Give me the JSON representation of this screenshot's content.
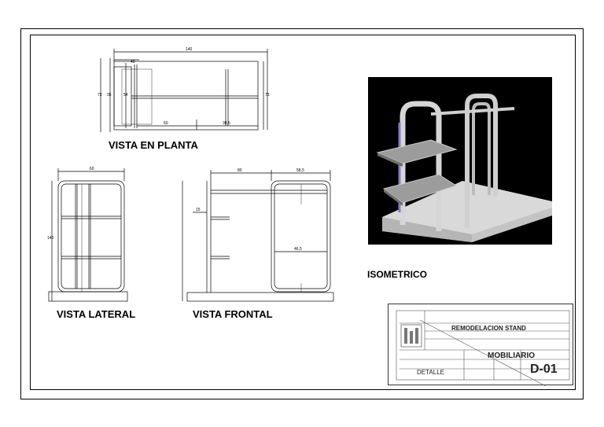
{
  "views": {
    "plan": "VISTA EN PLANTA",
    "lateral": "VISTA LATERAL",
    "frontal": "VISTA FRONTAL",
    "isometric": "ISOMETRICO"
  },
  "dimensions": {
    "plan_width": "140",
    "plan_left": "40",
    "plan_height_left": "73",
    "plan_height_mid": "54",
    "plan_height_right": "73",
    "plan_inner": "35",
    "plan_bottom_mid": "60",
    "plan_bottom_right": "38,5",
    "lateral_width": "60",
    "lateral_height": "140",
    "frontal_left": "80",
    "frontal_right": "58,5",
    "frontal_shelf": "15",
    "frontal_mid": "46,5"
  },
  "title_block": {
    "project": "REMODELACION STAND",
    "subject": "MOBILIARIO",
    "detail": "DETALLE",
    "sheet": "D-01"
  },
  "colors": {
    "line": "#000000",
    "iso_background": "#000000",
    "iso_metal": "#c8c8c8",
    "iso_shelf": "#a9a9a9",
    "iso_base": "#d9d9d9"
  }
}
